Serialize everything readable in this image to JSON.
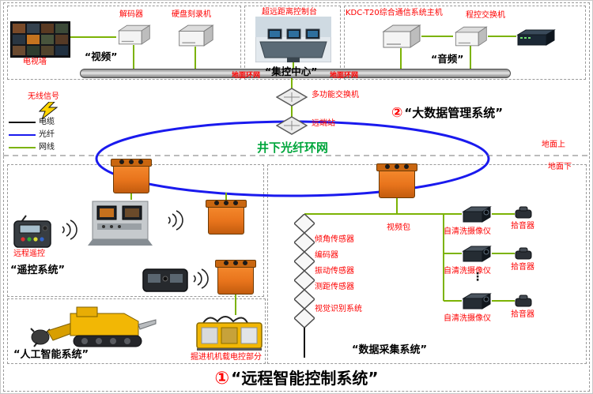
{
  "top": {
    "video_section": {
      "label": "“视频”",
      "tv_wall_label": "电视墙",
      "decoder_label": "解码器",
      "recorder_label": "硬盘刻录机"
    },
    "control_section": {
      "console_label": "超远距离控制台",
      "label": "“集控中心”"
    },
    "audio_section": {
      "host_label": "KDC-T20综合通信系统主机",
      "pbx_label": "程控交换机",
      "label": "“音频”"
    },
    "bus_label_left": "地面环网",
    "bus_label_right": "地面环网"
  },
  "legend": {
    "wireless_label": "无线信号",
    "cable_label": "电缆",
    "fiber_label": "光纤",
    "ethernet_label": "网线"
  },
  "network": {
    "switch_label": "多功能交换机",
    "remote_station_label": "远端站",
    "ring_label": "井下光纤环网",
    "above_ground": "地面上",
    "below_ground": "地面下"
  },
  "big_data": {
    "number": "②",
    "label": "“大数据管理系统”"
  },
  "remote_system": {
    "rc_label": "远程遥控",
    "label": "“遥控系统”"
  },
  "ai_system": {
    "label": "“人工智能系统”",
    "machine_label": "掘进机机载电控部分"
  },
  "daq_system": {
    "label": "“数据采集系统”",
    "video_pack_label": "视频包",
    "sensors": [
      "倾角传感器",
      "编码器",
      "振动传感器",
      "测距传感器",
      "视觉识别系统"
    ],
    "camera_labels": [
      "自清洗摄像仪",
      "自清洗摄像仪",
      "自清洗摄像仪"
    ],
    "pickup_labels": [
      "拾音器",
      "拾音器",
      "拾音器"
    ],
    "ellipsis": "⋮"
  },
  "footer": {
    "number": "①",
    "label": "“远程智能控制系统”"
  },
  "colors": {
    "line_green": "#7cb305",
    "ring_blue": "#1a1aee",
    "label_red": "#fe0000",
    "ring_text_green": "#00a63c",
    "orange_box": "#e8741c"
  }
}
